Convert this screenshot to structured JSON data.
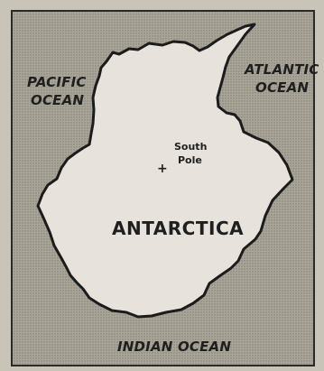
{
  "labels": {
    "pacific_line1": "PACIFIC",
    "pacific_line2": "OCEAN",
    "atlantic_line1": "ATLANTIC",
    "atlantic_line2": "OCEAN",
    "indian": "INDIAN OCEAN",
    "continent": "ANTARCTICA",
    "pole_line1": "South",
    "pole_line2": "Pole",
    "pole_marker": "+"
  },
  "colors": {
    "ocean": "#a8a397",
    "land": "#e7e3dc",
    "outline": "#1c1c1c",
    "frame": "#2a2a2a",
    "outer_margin": "#c9c4b8"
  }
}
